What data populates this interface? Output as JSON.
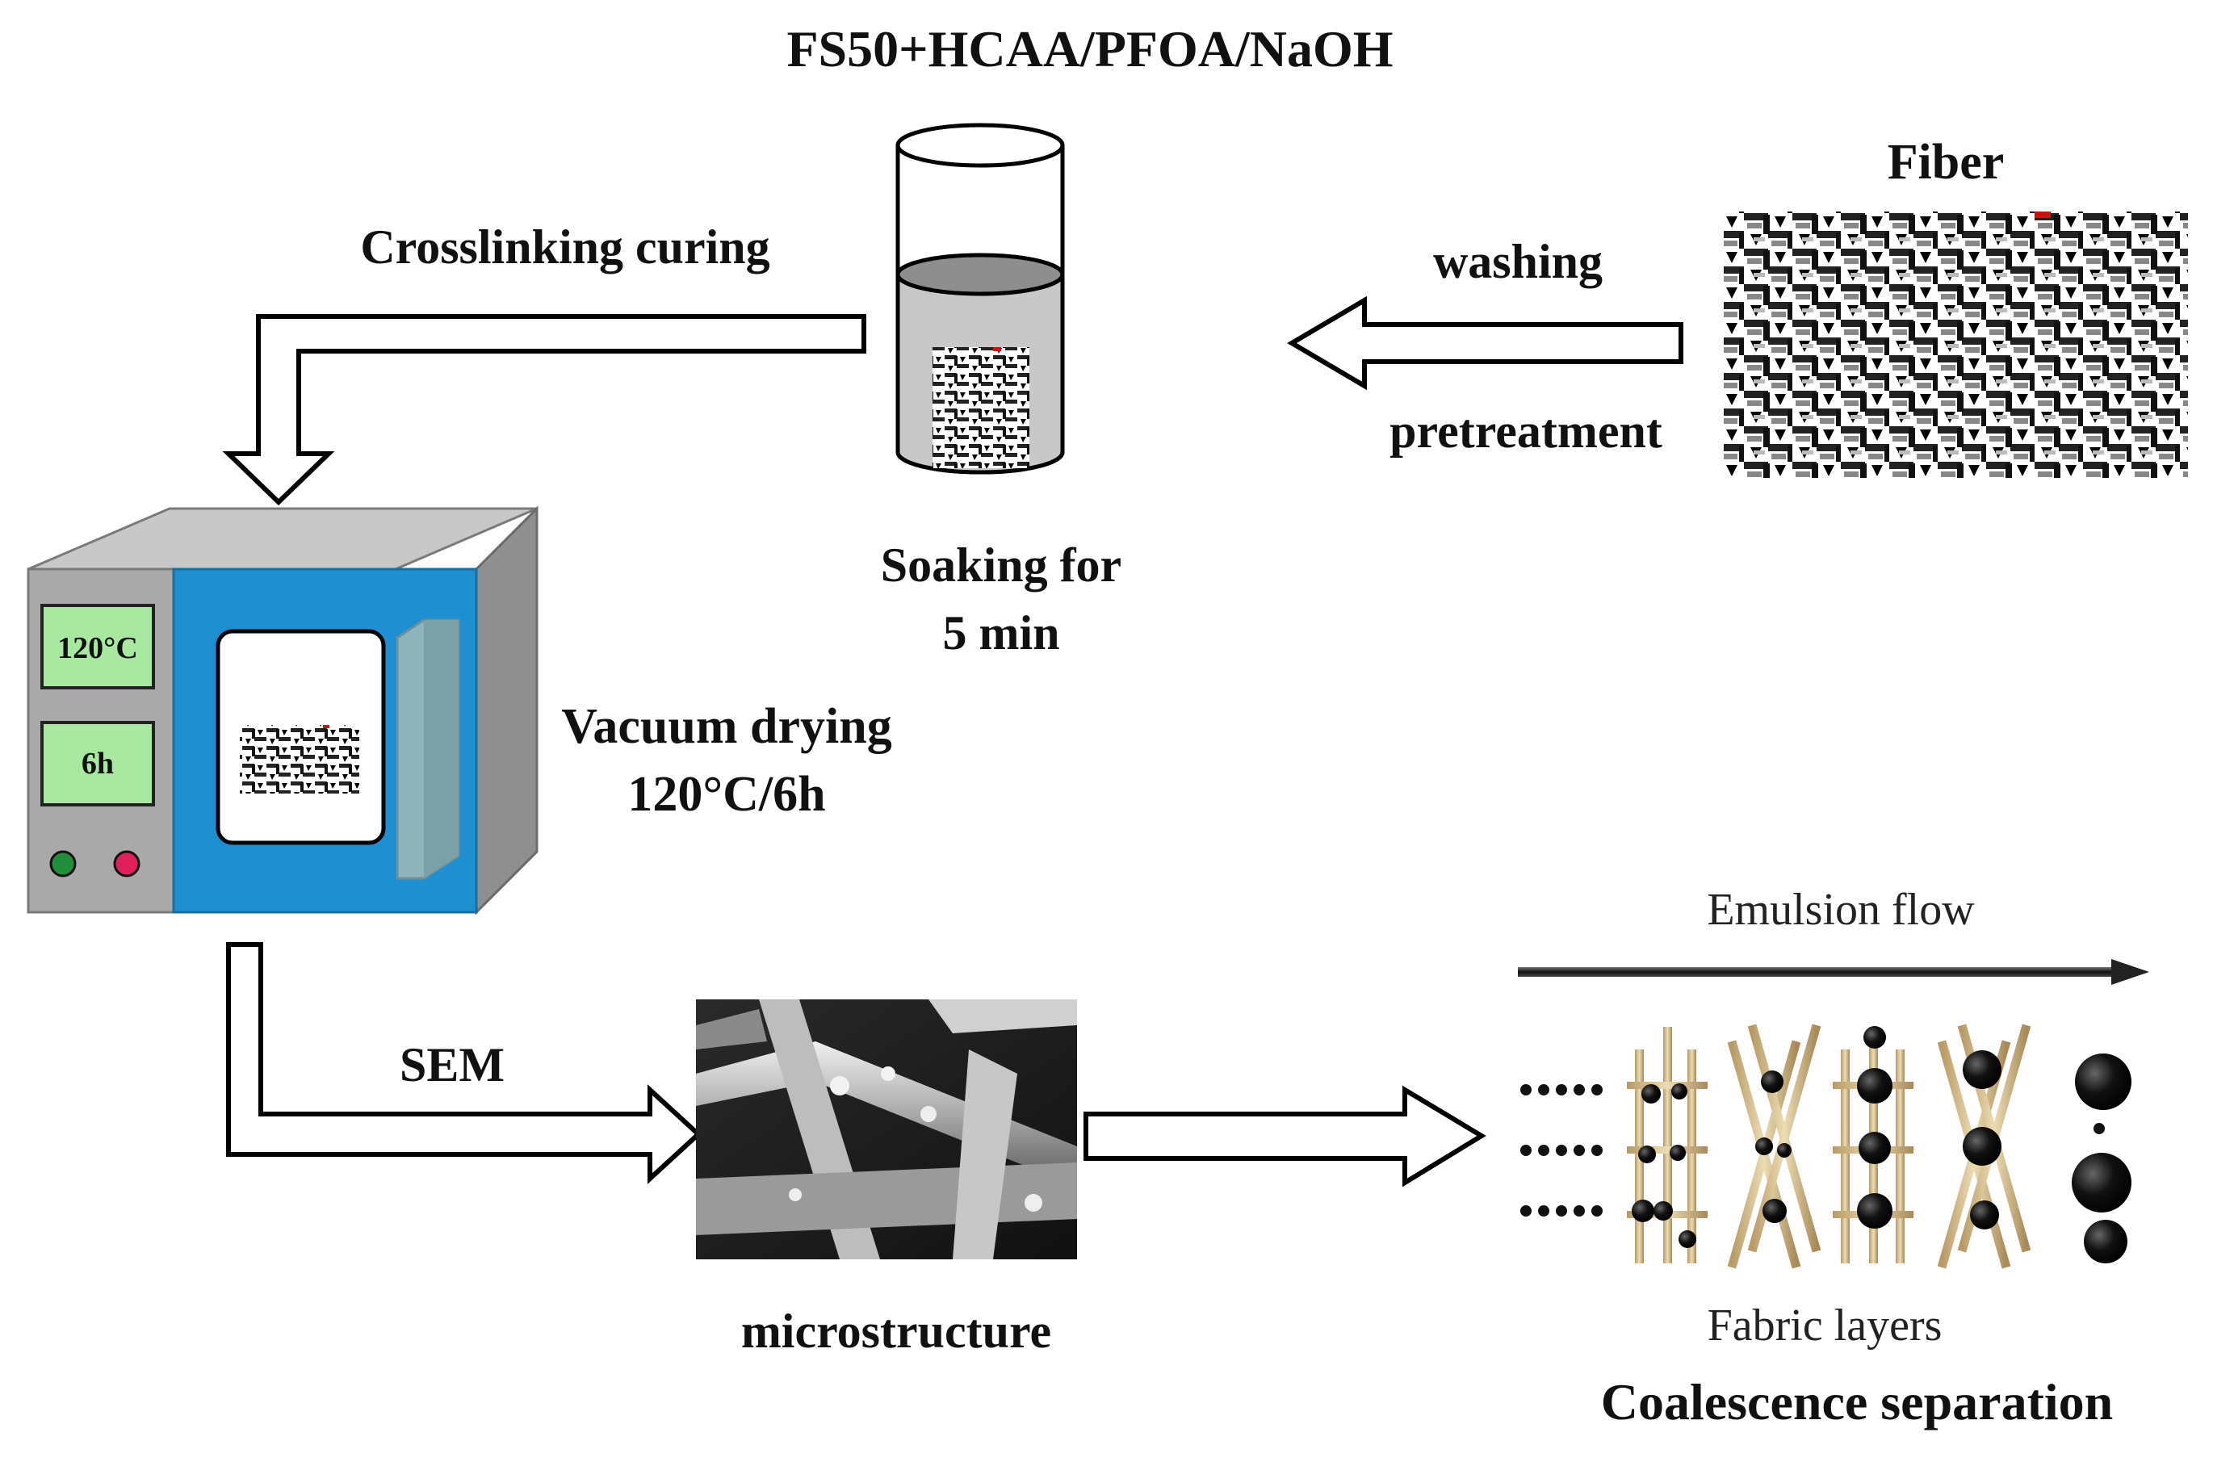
{
  "labels": {
    "reagents": "FS50+HCAA/PFOA/NaOH",
    "fiber": "Fiber",
    "washing": "washing",
    "pretreatment": "pretreatment",
    "crosslinking": "Crosslinking curing",
    "soaking_line1": "Soaking for",
    "soaking_line2": "5 min",
    "vacuum_line1": "Vacuum drying",
    "vacuum_line2": "120°C/6h",
    "sem": "SEM",
    "microstructure": "microstructure",
    "emulsion_flow": "Emulsion flow",
    "fabric_layers": "Fabric layers",
    "coalescence": "Coalescence separation"
  },
  "oven": {
    "temperature_display": "120°C",
    "time_display": "6h"
  },
  "colors": {
    "oven_blue": "#1e8fd0",
    "oven_grey": "#a9a9a9",
    "display_green": "#a8e8a0",
    "led_green": "#1f8f3a",
    "led_red": "#e0205a",
    "fiber_rod": "#d8c49a"
  }
}
